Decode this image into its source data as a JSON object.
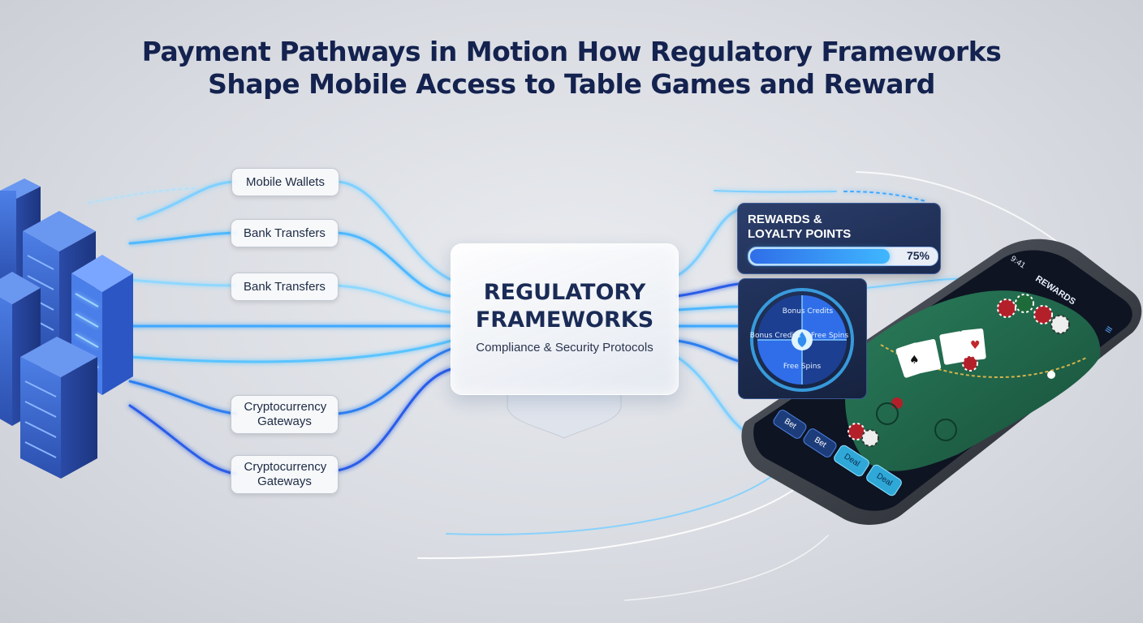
{
  "title": {
    "line1": "Payment Pathways in Motion How Regulatory Frameworks",
    "line2": "Shape Mobile Access to Table Games and Reward"
  },
  "payment_methods": [
    "Mobile Wallets",
    "Bank Transfers",
    "Bank Transfers",
    "Cryptocurrency Gateways",
    "Cryptocurrency Gateways"
  ],
  "regulatory": {
    "title_line1": "REGULATORY",
    "title_line2": "FRAMEWORKS",
    "subtitle": "Compliance & Security Protocols"
  },
  "rewards": {
    "title_line1": "REWARDS &",
    "title_line2": "LOYALTY POINTS",
    "progress": 0.75,
    "progress_label": "75%"
  },
  "wheel": {
    "segments": [
      "Bonus Credits",
      "Free Spins",
      "Free Spins",
      "Bonus Credits"
    ]
  },
  "phone": {
    "header": "REWARDS",
    "time": "9:41",
    "buttons": [
      "Bet",
      "Bet",
      "Deal",
      "Deal"
    ]
  },
  "colors": {
    "title": "#14224f",
    "flow_line": "#3fb7ff",
    "flow_line_deep": "#2a5de8",
    "server": "#3f6fd6",
    "felt": "#1f6b4e"
  }
}
